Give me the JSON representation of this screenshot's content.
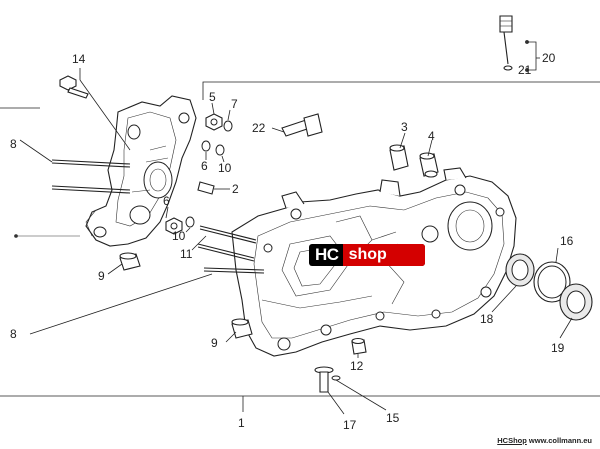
{
  "callouts": [
    {
      "id": "c14",
      "text": "14"
    },
    {
      "id": "c8a",
      "text": "8"
    },
    {
      "id": "c5",
      "text": "5"
    },
    {
      "id": "c7",
      "text": "7"
    },
    {
      "id": "c6a",
      "text": "6"
    },
    {
      "id": "c10a",
      "text": "10"
    },
    {
      "id": "c2",
      "text": "2"
    },
    {
      "id": "c6b",
      "text": "6"
    },
    {
      "id": "c10b",
      "text": "10"
    },
    {
      "id": "c11",
      "text": "11"
    },
    {
      "id": "c9a",
      "text": "9"
    },
    {
      "id": "c8b",
      "text": "8"
    },
    {
      "id": "c22",
      "text": "22"
    },
    {
      "id": "c3",
      "text": "3"
    },
    {
      "id": "c4",
      "text": "4"
    },
    {
      "id": "c20",
      "text": "20"
    },
    {
      "id": "c21",
      "text": "21"
    },
    {
      "id": "c16",
      "text": "16"
    },
    {
      "id": "c18",
      "text": "18"
    },
    {
      "id": "c19",
      "text": "19"
    },
    {
      "id": "c9b",
      "text": "9"
    },
    {
      "id": "c12",
      "text": "12"
    },
    {
      "id": "c15",
      "text": "15"
    },
    {
      "id": "c17",
      "text": "17"
    },
    {
      "id": "c1",
      "text": "1"
    }
  ],
  "logo": {
    "hc": "HC",
    "shop": "shop"
  },
  "footer": {
    "brand": "HCShop",
    "site": "www.collmann.eu"
  }
}
